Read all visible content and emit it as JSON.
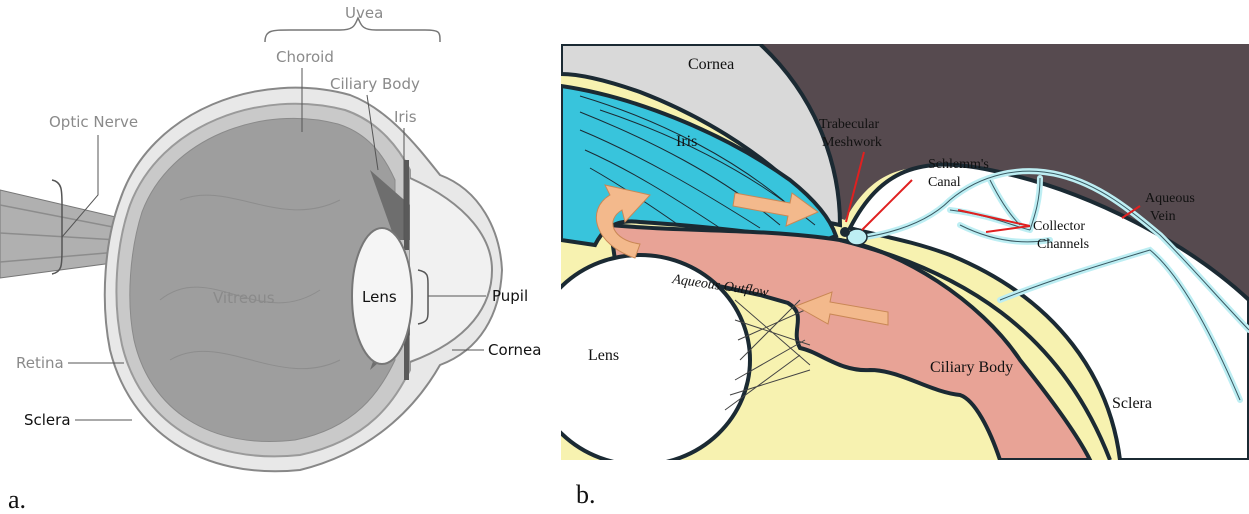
{
  "panel_a": {
    "tag": "a.",
    "labels": {
      "uvea": "Uvea",
      "choroid": "Choroid",
      "ciliary_body": "Ciliary Body",
      "iris": "Iris",
      "optic_nerve": "Optic Nerve",
      "vitreous": "Vitreous",
      "lens": "Lens",
      "pupil": "Pupil",
      "retina": "Retina",
      "cornea": "Cornea",
      "sclera": "Sclera"
    }
  },
  "panel_b": {
    "tag": "b.",
    "labels": {
      "cornea": "Cornea",
      "iris": "Iris",
      "trabecular_line1": "Trabecular",
      "trabecular_line2": "Meshwork",
      "schlemm_line1": "Schlemm's",
      "schlemm_line2": "Canal",
      "collector_line1": "Collector",
      "collector_line2": "Channels",
      "aqueous_vein_line1": "Aqueous",
      "aqueous_vein_line2": "Vein",
      "aqueous_outflow": "Aqueous Outflow",
      "lens": "Lens",
      "ciliary_body": "Ciliary Body",
      "sclera": "Sclera"
    },
    "colors": {
      "cornea": "#d9d9d9",
      "dark_background": "#564a4f",
      "iris": "#38c4dc",
      "ciliary_body": "#e8a396",
      "aqueous": "#f7f2b0",
      "vessels": "#bdeef3",
      "arrow": "#f3b98c",
      "pointer": "#e02020"
    }
  }
}
